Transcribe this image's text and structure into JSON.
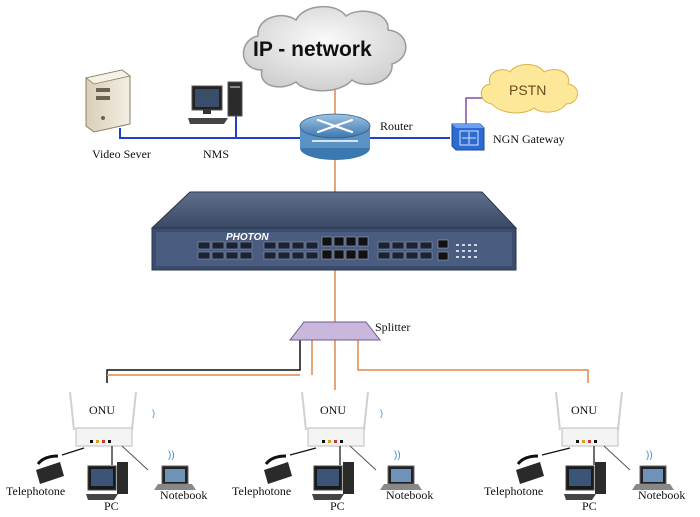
{
  "labels": {
    "ip_network": "IP - network",
    "pstn": "PSTN",
    "router": "Router",
    "ngn_gateway": "NGN Gateway",
    "video_server": "Video Sever",
    "nms": "NMS",
    "olt_brand": "PHOTON",
    "splitter": "Splitter"
  },
  "branches": [
    {
      "onu": "ONU",
      "telephone": "Telephotone",
      "pc": "PC",
      "notebook": "Notebook"
    },
    {
      "onu": "ONU",
      "telephone": "Telephotone",
      "pc": "PC",
      "notebook": "Notebook"
    },
    {
      "onu": "ONU",
      "telephone": "Telephotone",
      "pc": "PC",
      "notebook": "Notebook"
    }
  ],
  "colors": {
    "ethernet_link": "#1e3fd6",
    "fiber_link": "#e0894a",
    "phone_link": "#111111",
    "gateway_link": "#8a4aa8",
    "cloud_fill": "#e6e6e6",
    "pstn_fill": "#fde89a",
    "olt_body": "#3b4d6e",
    "splitter_fill": "#c9b8dc"
  }
}
